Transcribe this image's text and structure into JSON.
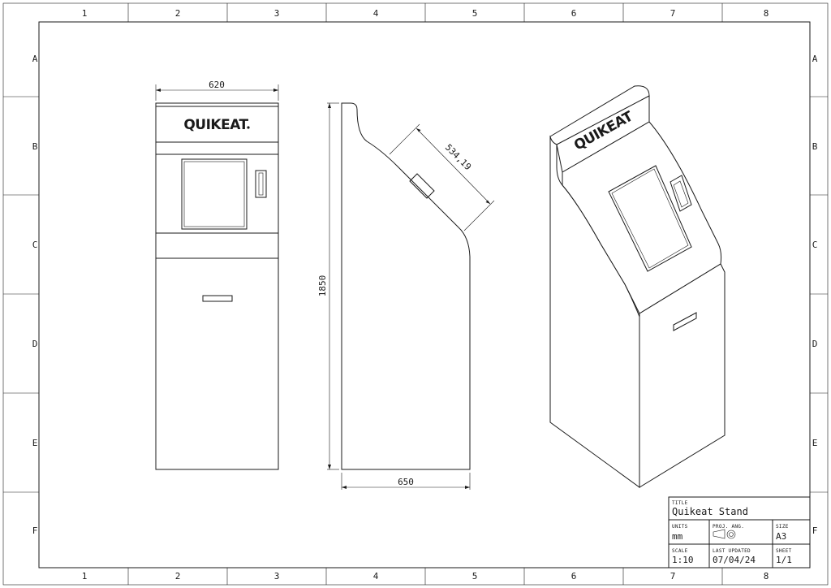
{
  "zones": {
    "columns": [
      "1",
      "2",
      "3",
      "4",
      "5",
      "6",
      "7",
      "8"
    ],
    "rows": [
      "A",
      "B",
      "C",
      "D",
      "E",
      "F"
    ]
  },
  "views": {
    "front": {
      "logo_text": "QUIKEAT",
      "width_dim": "620"
    },
    "side": {
      "height_dim": "1850",
      "depth_dim": "650",
      "slope_dim": "534,19"
    },
    "iso": {
      "logo_text": "QUIKEAT"
    }
  },
  "title_block": {
    "title_label": "TITLE",
    "title": "Quikeat Stand",
    "units_label": "UNITS",
    "units": "mm",
    "proj_label": "PROJ. ANG.",
    "size_label": "SIZE",
    "size": "A3",
    "scale_label": "SCALE",
    "scale": "1:10",
    "updated_label": "LAST UPDATED",
    "updated": "07/04/24",
    "sheet_label": "SHEET",
    "sheet": "1/1"
  }
}
